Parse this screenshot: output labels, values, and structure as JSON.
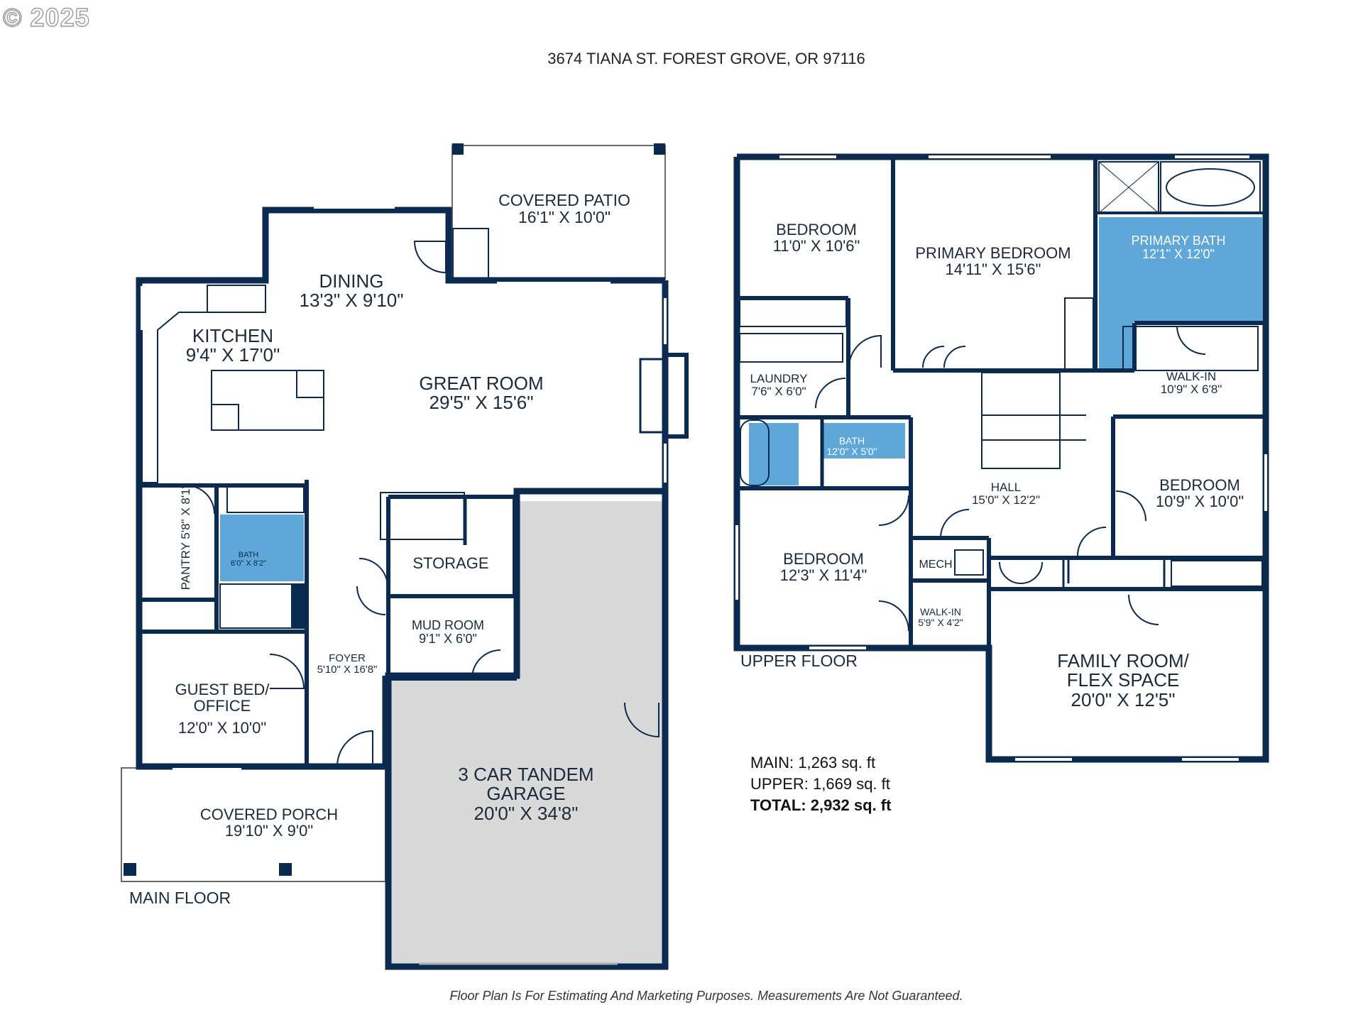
{
  "copyright": "© 2025",
  "address": "3674 TIANA ST. FOREST GROVE, OR 97116",
  "colors": {
    "wall": "#0a2a4f",
    "bath_fill": "#5fa6d9",
    "garage_fill": "#d9d9d9",
    "background": "#ffffff"
  },
  "main_floor": {
    "label": "MAIN FLOOR",
    "rooms": {
      "covered_patio": {
        "name": "COVERED PATIO",
        "dims": "16'1\" X 10'0\""
      },
      "dining": {
        "name": "DINING",
        "dims": "13'3\" X 9'10\""
      },
      "kitchen": {
        "name": "KITCHEN",
        "dims": "9'4\" X 17'0\""
      },
      "great_room": {
        "name": "GREAT ROOM",
        "dims": "29'5\" X 15'6\""
      },
      "pantry": {
        "name": "PANTRY",
        "dims": "5'8\" X 8'1\""
      },
      "bath": {
        "name": "BATH",
        "dims": "6'0\" X 8'2\""
      },
      "storage": {
        "name": "STORAGE",
        "dims": ""
      },
      "mud_room": {
        "name": "MUD ROOM",
        "dims": "9'1\" X 6'0\""
      },
      "foyer": {
        "name": "FOYER",
        "dims": "5'10\" X 16'8\""
      },
      "guest_bed": {
        "name": "GUEST BED/ OFFICE",
        "dims": "12'0\" X 10'0\""
      },
      "garage": {
        "name": "3 CAR TANDEM GARAGE",
        "dims": "20'0\" X 34'8\""
      },
      "covered_porch": {
        "name": "COVERED PORCH",
        "dims": "19'10\" X 9'0\""
      }
    }
  },
  "upper_floor": {
    "label": "UPPER FLOOR",
    "rooms": {
      "bedroom_1": {
        "name": "BEDROOM",
        "dims": "11'0\" X 10'6\""
      },
      "primary_bedroom": {
        "name": "PRIMARY BEDROOM",
        "dims": "14'11\" X 15'6\""
      },
      "primary_bath": {
        "name": "PRIMARY BATH",
        "dims": "12'1\" X 12'0\""
      },
      "laundry": {
        "name": "LAUNDRY",
        "dims": "7'6\" X 6'0\""
      },
      "walk_in_1": {
        "name": "WALK-IN",
        "dims": "10'9\" X 6'8\""
      },
      "bath": {
        "name": "BATH",
        "dims": "12'0\" X 5'0\""
      },
      "hall": {
        "name": "HALL",
        "dims": "15'0\" X 12'2\""
      },
      "bedroom_2": {
        "name": "BEDROOM",
        "dims": "10'9\" X 10'0\""
      },
      "bedroom_3": {
        "name": "BEDROOM",
        "dims": "12'3\" X 11'4\""
      },
      "mech": {
        "name": "MECH",
        "dims": ""
      },
      "walk_in_2": {
        "name": "WALK-IN",
        "dims": "5'9\" X 4'2\""
      },
      "family_room": {
        "name": "FAMILY ROOM/ FLEX SPACE",
        "dims": "20'0\" X 12'5\""
      }
    }
  },
  "area": {
    "main": "MAIN: 1,263 sq. ft",
    "upper": "UPPER: 1,669 sq. ft",
    "total": "TOTAL: 2,932 sq. ft"
  },
  "disclaimer": "Floor Plan Is For Estimating And Marketing Purposes. Measurements Are Not Guaranteed."
}
